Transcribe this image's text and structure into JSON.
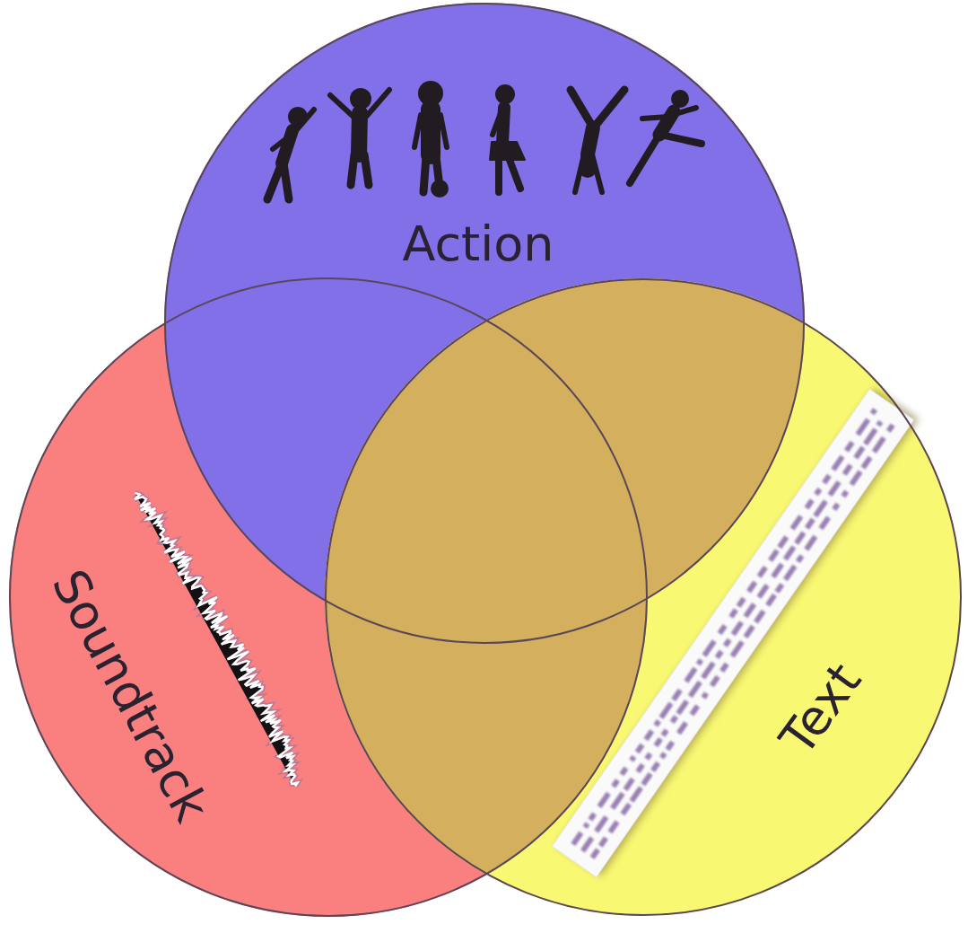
{
  "diagram": {
    "nodes": [
      {
        "text": [
          "Action"
        ]
      },
      {
        "text": [
          "Soundtrack"
        ]
      },
      {
        "text": [
          "Text"
        ]
      }
    ]
  }
}
